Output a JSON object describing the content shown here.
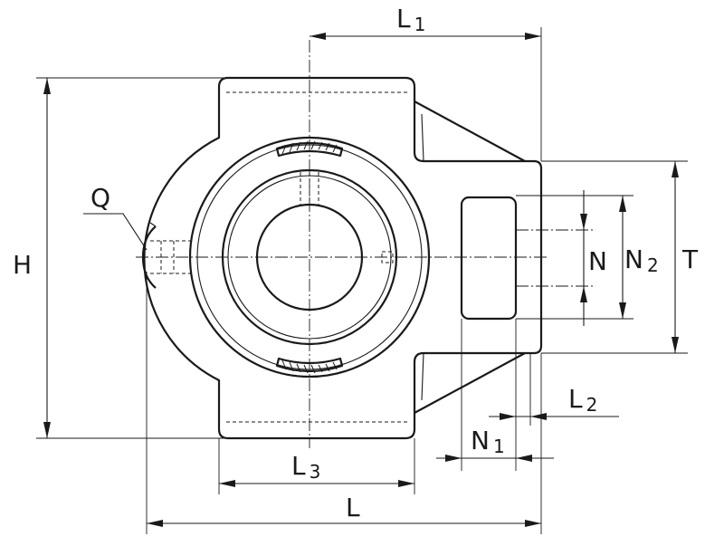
{
  "labels": {
    "L1": {
      "main": "L",
      "sub": "1"
    },
    "H": "H",
    "Q": "Q",
    "N": "N",
    "N2": {
      "main": "N",
      "sub": "2"
    },
    "T": "T",
    "L2": {
      "main": "L",
      "sub": "2"
    },
    "N1": {
      "main": "N",
      "sub": "1"
    },
    "L3": {
      "main": "L",
      "sub": "3"
    },
    "L": "L"
  }
}
